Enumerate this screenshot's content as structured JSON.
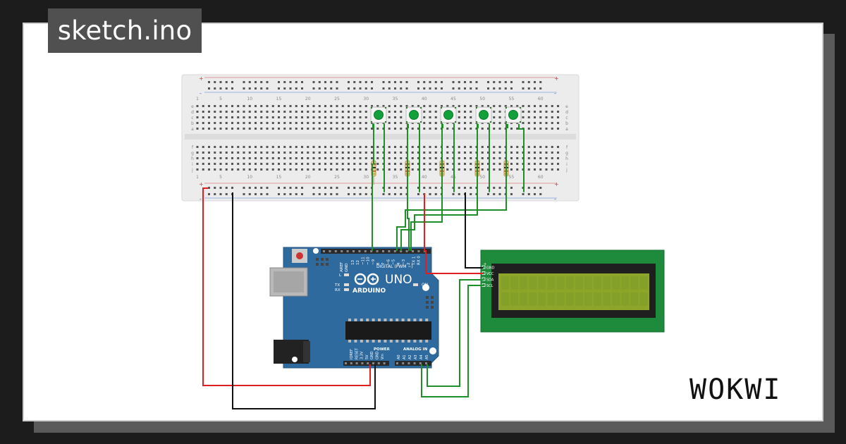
{
  "sketch_title": "sketch.ino",
  "brand": "WOKWI",
  "breadboard": {
    "column_numbers": [
      "1",
      "5",
      "10",
      "15",
      "20",
      "25",
      "30",
      "35",
      "40",
      "45",
      "50",
      "55",
      "60"
    ],
    "row_letters_top": [
      "a",
      "b",
      "c",
      "d",
      "e"
    ],
    "row_letters_bottom": [
      "f",
      "g",
      "h",
      "i",
      "j"
    ],
    "rail_plus": "+",
    "rail_minus": "-"
  },
  "arduino": {
    "model": "UNO",
    "brand": "ARDUINO",
    "digital_label": "DIGITAL (PWM ~)",
    "power_label": "POWER",
    "analog_label": "ANALOG IN",
    "on_label": "ON",
    "tx_label": "TX",
    "rx_label": "RX",
    "l_label": "L",
    "aref": "AREF",
    "gnd": "GND",
    "digital_pins": [
      "13",
      "12",
      "~11",
      "~10",
      "~9",
      "8",
      "7",
      "~6",
      "~5",
      "4",
      "~3",
      "2",
      "TX 1",
      "RX 0"
    ],
    "power_pins": [
      "IOREF",
      "RESET",
      "3.3V",
      "5V",
      "GND",
      "GND",
      "Vin"
    ],
    "analog_pins": [
      "A0",
      "A1",
      "A2",
      "A3",
      "A4",
      "A5"
    ]
  },
  "lcd": {
    "pins": [
      "GND",
      "VCC",
      "SDA",
      "SCL"
    ]
  },
  "colors": {
    "wire_green": "#1f8f2a",
    "wire_red": "#e02020",
    "wire_black": "#111111",
    "arduino_blue": "#2f6a9e",
    "lcd_pcb": "#1e8a3c",
    "lcd_screen": "#8da62a",
    "button_green": "#12a03a"
  }
}
